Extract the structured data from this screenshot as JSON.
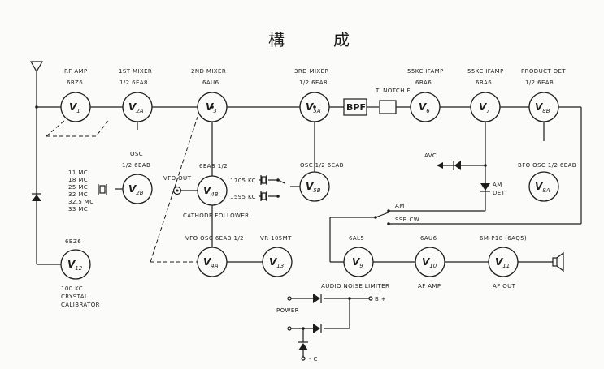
{
  "title": "構　　　成",
  "labels": {
    "rf_amp": "RF AMP",
    "rf_amp_tube": "6BZ6",
    "mixer1": "1ST MIXER",
    "mixer1_tube": "1/2 6EA8",
    "mixer2": "2ND MIXER",
    "mixer2_tube": "6AU6",
    "mixer3": "3RD MIXER",
    "mixer3_tube": "1/2 6EA8",
    "if1": "55KC IFAMP",
    "if1_tube": "6BA6",
    "if2": "55KC IFAMP",
    "if2_tube": "6BA6",
    "product_det": "PRODUCT DET",
    "product_det_tube": "1/2 6EAB",
    "bpf": "BPF",
    "notch": "T. NOTCH F",
    "osc_2b": "OSC",
    "osc_2b_tube": "1/2 6EAB",
    "freqs": [
      "11  MC",
      "18  MC",
      "25  MC",
      "32  MC",
      "32.5 MC",
      "33  MC"
    ],
    "vfo_out": "VFO OUT",
    "v4b_tube": "6EAB 1/2",
    "cathode_follower": "CATHODE FOLLOWER",
    "vfo_osc": "VFO OSC 6EAB 1/2",
    "vr": "VR-105MT",
    "osc_5b": "OSC 1/2 6EAB",
    "xtal1": "1705 KC",
    "xtal2": "1595 KC",
    "avc": "AVC",
    "am_det": "AM\nDET",
    "bfo_osc": "BFO OSC 1/2 6EAB",
    "am": "AM",
    "ssb_cw": "SSB CW",
    "v12_tube": "6BZ6",
    "calibrator": [
      "100 KC",
      "CRYSTAL",
      "CALIBRATOR"
    ],
    "v9_tube": "6AL5",
    "v10_tube": "6AU6",
    "v11_tube": "6M-P18 (6AQ5)",
    "anl": "AUDIO NOISE LIMITER",
    "af_amp": "AF AMP",
    "af_out": "AF OUT",
    "power": "POWER",
    "b_plus": "B +",
    "minus_c": "- C"
  },
  "tubes": {
    "v1": {
      "main": "V",
      "sub": "1"
    },
    "v2a": {
      "main": "V",
      "sub": "2A"
    },
    "v3": {
      "main": "V",
      "sub": "3"
    },
    "v5a": {
      "main": "V",
      "sub": "5A"
    },
    "v6": {
      "main": "V",
      "sub": "6"
    },
    "v7": {
      "main": "V",
      "sub": "7"
    },
    "v8b": {
      "main": "V",
      "sub": "8B"
    },
    "v2b": {
      "main": "V",
      "sub": "2B"
    },
    "v4b": {
      "main": "V",
      "sub": "4B"
    },
    "v5b": {
      "main": "V",
      "sub": "5B"
    },
    "v8a": {
      "main": "V",
      "sub": "8A"
    },
    "v12": {
      "main": "V",
      "sub": "12"
    },
    "v4a": {
      "main": "V",
      "sub": "4A"
    },
    "v13": {
      "main": "V",
      "sub": "13"
    },
    "v9": {
      "main": "V",
      "sub": "9"
    },
    "v10": {
      "main": "V",
      "sub": "10"
    },
    "v11": {
      "main": "V",
      "sub": "11"
    }
  }
}
